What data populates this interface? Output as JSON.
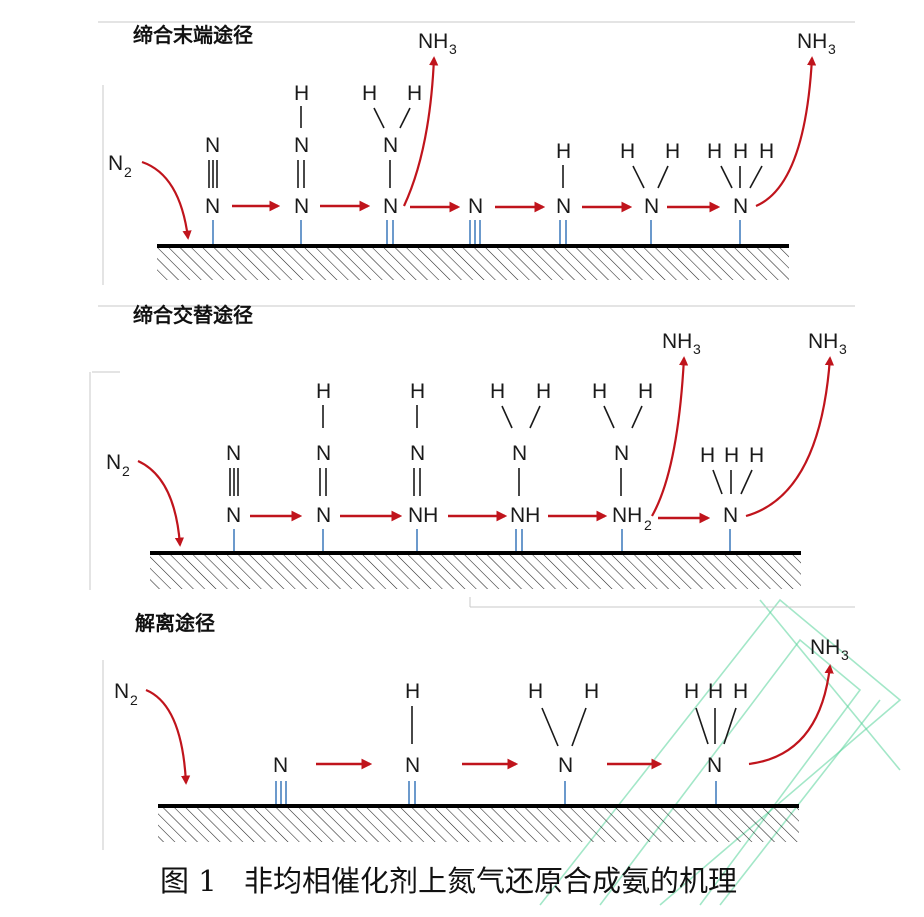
{
  "panels": [
    {
      "title": "缔合末端途径",
      "n2_label": "N",
      "n2_sub": "2",
      "products": [
        {
          "main": "NH",
          "sub": "3"
        },
        {
          "main": "NH",
          "sub": "3"
        }
      ]
    },
    {
      "title": "缔合交替途径",
      "n2_label": "N",
      "n2_sub": "2",
      "products": [
        {
          "main": "NH",
          "sub": "3"
        },
        {
          "main": "NH",
          "sub": "3"
        }
      ]
    },
    {
      "title": "解离途径",
      "n2_label": "N",
      "n2_sub": "2",
      "products": [
        {
          "main": "NH",
          "sub": "3"
        }
      ]
    }
  ],
  "atoms": {
    "N": "N",
    "H": "H",
    "NH": "NH",
    "NH2_main": "NH",
    "NH2_sub": "2"
  },
  "caption": {
    "figure_label": "图 1",
    "text": "非均相催化剂上氮气还原合成氨的机理"
  },
  "colors": {
    "arrow": "#c0141c",
    "surface_bond": "#5b8ec7",
    "watermark": "#58d39a"
  }
}
